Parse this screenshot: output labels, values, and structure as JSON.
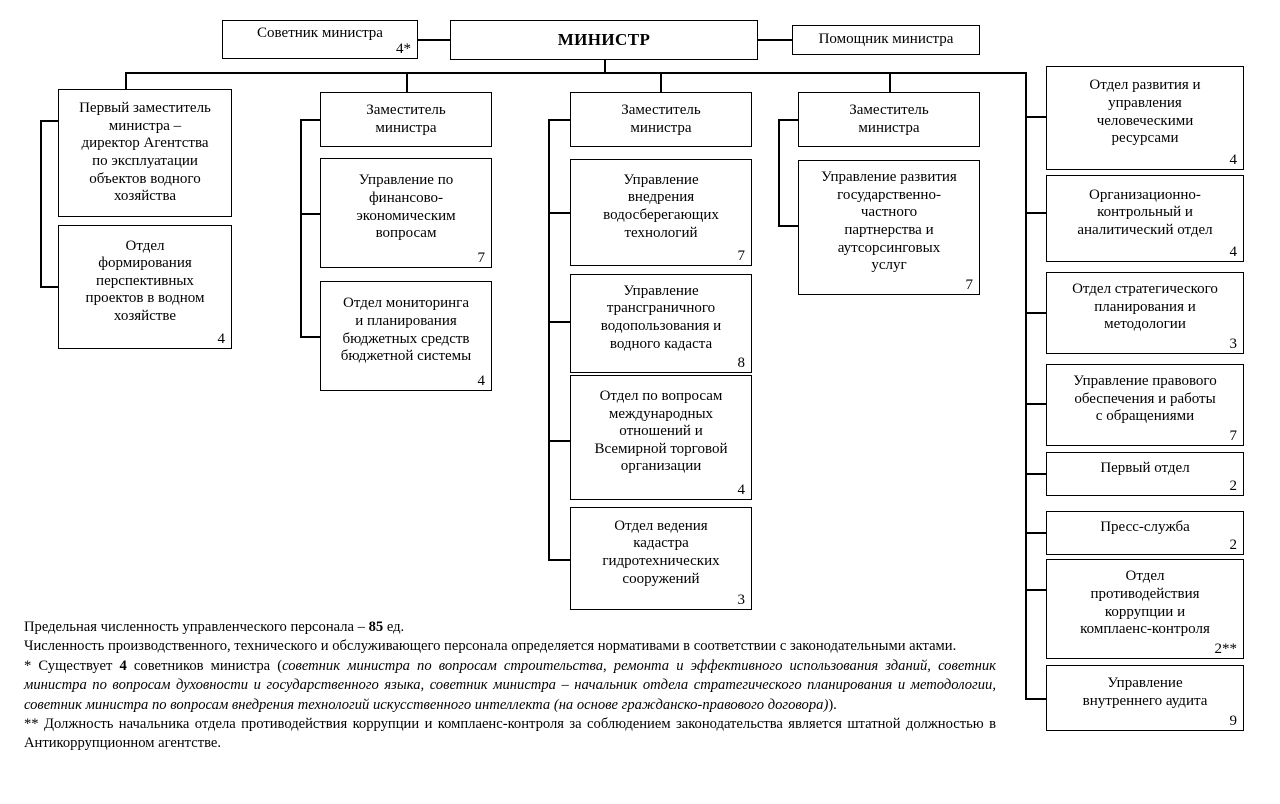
{
  "chart_data": {
    "type": "diagram",
    "title": "Структура министерства",
    "nodes": [
      {
        "id": "advisor",
        "label": "Советник министра",
        "count": "4*"
      },
      {
        "id": "minister",
        "label": "МИНИСТР",
        "count": ""
      },
      {
        "id": "assistant",
        "label": "Помощник министра",
        "count": ""
      },
      {
        "id": "col1-head",
        "label": "Первый заместитель министра – директор Агентства по эксплуатации объектов водного хозяйства",
        "count": ""
      },
      {
        "id": "col1-1",
        "label": "Отдел формирования перспективных проектов в водном хозяйстве",
        "count": "4"
      },
      {
        "id": "col2-head",
        "label": "Заместитель министра",
        "count": ""
      },
      {
        "id": "col2-1",
        "label": "Управление по финансово-экономическим вопросам",
        "count": "7"
      },
      {
        "id": "col2-2",
        "label": "Отдел мониторинга и планирования бюджетных средств бюджетной системы",
        "count": "4"
      },
      {
        "id": "col3-head",
        "label": "Заместитель министра",
        "count": ""
      },
      {
        "id": "col3-1",
        "label": "Управление внедрения водосберегающих технологий",
        "count": "7"
      },
      {
        "id": "col3-2",
        "label": "Управление трансграничного водопользования и водного кадаста",
        "count": "8"
      },
      {
        "id": "col3-3",
        "label": "Отдел по вопросам международных отношений и Всемирной торговой организации",
        "count": "4"
      },
      {
        "id": "col3-4",
        "label": "Отдел ведения кадастра гидротехнических сооружений",
        "count": "3"
      },
      {
        "id": "col4-head",
        "label": "Заместитель министра",
        "count": ""
      },
      {
        "id": "col4-1",
        "label": "Управление развития государственно-частного партнерства и аутсорсинговых услуг",
        "count": "7"
      },
      {
        "id": "col5-1",
        "label": "Отдел развития и управления человеческими ресурсами",
        "count": "4"
      },
      {
        "id": "col5-2",
        "label": "Организационно-контрольный и аналитический отдел",
        "count": "4"
      },
      {
        "id": "col5-3",
        "label": "Отдел стратегического планирования и методологии",
        "count": "3"
      },
      {
        "id": "col5-4",
        "label": "Управление правового обеспечения и работы с обращениями",
        "count": "7"
      },
      {
        "id": "col5-5",
        "label": "Первый отдел",
        "count": "2"
      },
      {
        "id": "col5-6",
        "label": "Пресс-служба",
        "count": "2"
      },
      {
        "id": "col5-7",
        "label": "Отдел противодействия коррупции и комплаенс-контроля",
        "count": "2**"
      },
      {
        "id": "col5-8",
        "label": "Управление внутреннего аудита",
        "count": "9"
      }
    ]
  },
  "top": {
    "advisor": {
      "label": "Советник министра",
      "count": "4*"
    },
    "minister": {
      "label": "МИНИСТР"
    },
    "assistant": {
      "label": "Помощник министра"
    }
  },
  "col1": {
    "head": {
      "label": "Первый заместитель\nминистра –\nдиректор Агентства\nпо эксплуатации\nобъектов водного\nхозяйства"
    },
    "b1": {
      "label": "Отдел\nформирования\nперспективных\nпроектов в водном\nхозяйстве",
      "count": "4"
    }
  },
  "col2": {
    "head": {
      "label": "Заместитель\nминистра"
    },
    "b1": {
      "label": "Управление по\nфинансово-\nэкономическим\nвопросам",
      "count": "7"
    },
    "b2": {
      "label": "Отдел мониторинга\nи планирования\nбюджетных средств\nбюджетной системы",
      "count": "4"
    }
  },
  "col3": {
    "head": {
      "label": "Заместитель\nминистра"
    },
    "b1": {
      "label": "Управление\nвнедрения\nводосберегающих\nтехнологий",
      "count": "7"
    },
    "b2": {
      "label": "Управление\nтрансграничного\nводопользования и\nводного кадаста",
      "count": "8"
    },
    "b3": {
      "label": "Отдел по вопросам\nмеждународных\nотношений и\nВсемирной торговой\nорганизации",
      "count": "4"
    },
    "b4": {
      "label": "Отдел ведения\nкадастра\nгидротехнических\nсооружений",
      "count": "3"
    }
  },
  "col4": {
    "head": {
      "label": "Заместитель\nминистра"
    },
    "b1": {
      "label": "Управление развития\nгосударственно-\nчастного\nпартнерства и\nаутсорсинговых\nуслуг",
      "count": "7"
    }
  },
  "col5": {
    "b1": {
      "label": "Отдел развития и\nуправления\nчеловеческими\nресурсами",
      "count": "4"
    },
    "b2": {
      "label": "Организационно-\nконтрольный и\nаналитический отдел",
      "count": "4"
    },
    "b3": {
      "label": "Отдел стратегического\nпланирования и\nметодологии",
      "count": "3"
    },
    "b4": {
      "label": "Управление правового\nобеспечения и работы\nс обращениями",
      "count": "7"
    },
    "b5": {
      "label": "Первый отдел",
      "count": "2"
    },
    "b6": {
      "label": "Пресс-служба",
      "count": "2"
    },
    "b7": {
      "label": "Отдел\nпротиводействия\nкоррупции и\nкомплаенс-контроля",
      "count": "2**"
    },
    "b8": {
      "label": "Управление\nвнутреннего аудита",
      "count": "9"
    }
  },
  "notes": {
    "line1_pre": "Предельная численность управленческого персонала – ",
    "line1_bold": "85",
    "line1_post": " ед.",
    "line2": "Численность производственного, технического и обслуживающего персонала определяется нормативами в соответствии с законодательными актами.",
    "line3_pre": "* Существует ",
    "line3_bold": "4",
    "line3_mid": " советников министра (",
    "line3_ital": "советник министра по вопросам строительства, ремонта и эффективного использования зданий, советник министра по вопросам духовности и государственного языка, советник министра – начальник отдела стратегического планирования и методологии, советник министра по вопросам внедрения технологий искусственного интеллекта (на основе гражданско-правового договора)",
    "line3_post": ").",
    "line4": "** Должность начальника отдела противодействия коррупции и комплаенс-контроля за соблюдением законодательства является штатной должностью в Антикоррупционном агентстве."
  }
}
